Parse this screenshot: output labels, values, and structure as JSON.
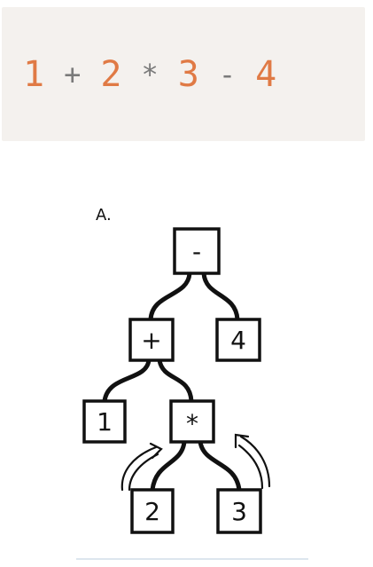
{
  "expression": {
    "tokens": [
      {
        "text": "1",
        "kind": "number"
      },
      {
        "text": "+",
        "kind": "operator"
      },
      {
        "text": "2",
        "kind": "number"
      },
      {
        "text": "*",
        "kind": "operator"
      },
      {
        "text": "3",
        "kind": "number"
      },
      {
        "text": "-",
        "kind": "operator"
      },
      {
        "text": "4",
        "kind": "number"
      }
    ],
    "colors": {
      "number": "#e07a45",
      "operator": "#7a7a7a",
      "background": "#f4f1ee"
    }
  },
  "diagram": {
    "label": "A.",
    "nodes": {
      "root": "-",
      "plus": "+",
      "four": "4",
      "one": "1",
      "times": "*",
      "two": "2",
      "three": "3"
    }
  }
}
